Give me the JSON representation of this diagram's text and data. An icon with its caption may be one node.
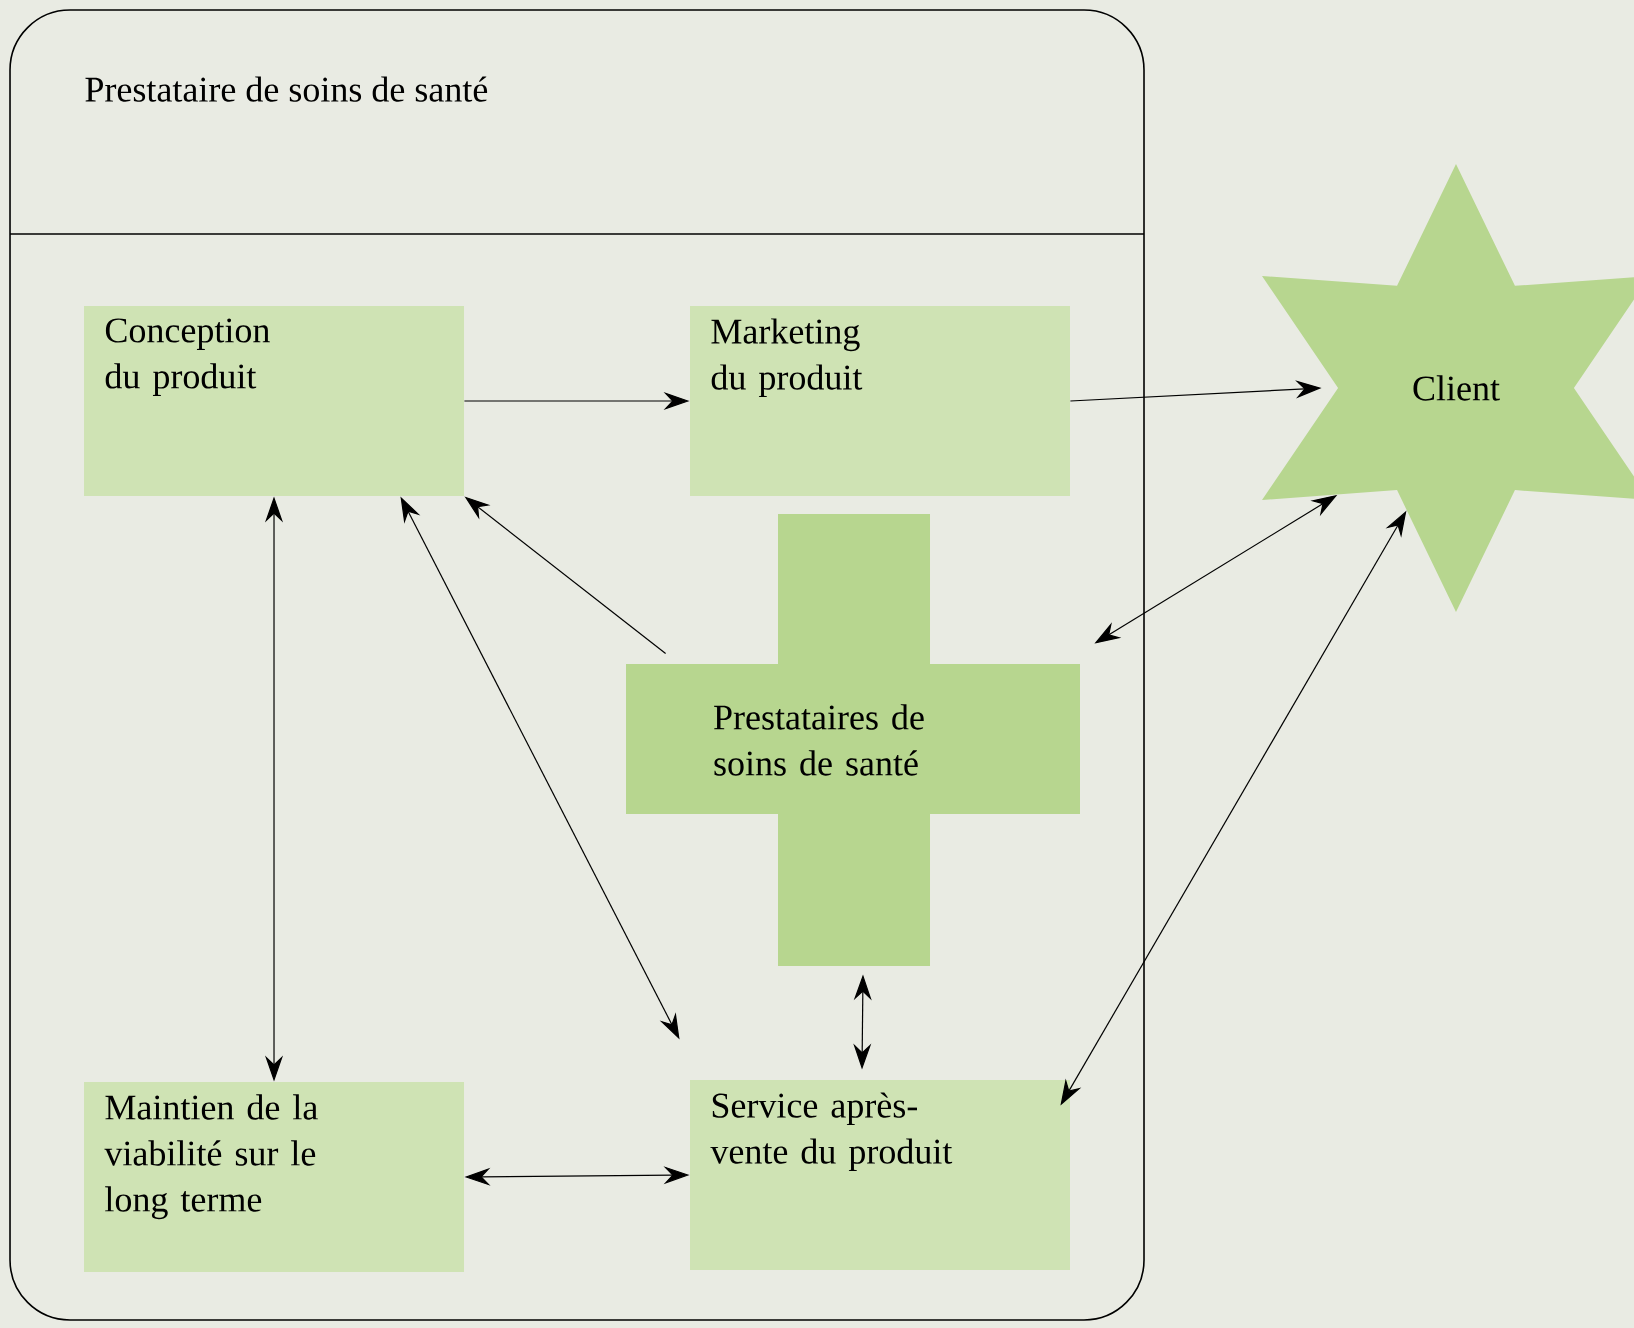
{
  "diagram": {
    "nodes": [
      {
        "text": [
          "Prestataire de soins de santé"
        ]
      },
      {
        "text": [
          "Conception du produit"
        ],
        "in": 0
      },
      {
        "text": [
          "Marketing du produit"
        ],
        "in": 0
      },
      {
        "text": [
          "Client"
        ]
      },
      {
        "text": [
          "Prestataires de soins de santé"
        ],
        "in": 0
      },
      {
        "text": [
          "Maintien de la viabilité sur le long terme"
        ],
        "in": 0
      },
      {
        "text": [
          "Service après-vente du produit"
        ],
        "in": 0
      }
    ],
    "edges": [
      {
        "from": 1,
        "to": 2,
        "arrow": "to"
      },
      {
        "from": 2,
        "to": 3,
        "arrow": "to"
      },
      {
        "from": 4,
        "to": 1,
        "arrow": "to"
      },
      {
        "from": 3,
        "to": 4,
        "arrow": "both"
      },
      {
        "from": 1,
        "to": 5,
        "arrow": "both"
      },
      {
        "from": 1,
        "to": 6,
        "arrow": "both"
      },
      {
        "from": 4,
        "to": 6,
        "arrow": "both"
      },
      {
        "from": 3,
        "to": 6,
        "arrow": "both"
      },
      {
        "from": 5,
        "to": 6,
        "arrow": "both"
      }
    ]
  }
}
